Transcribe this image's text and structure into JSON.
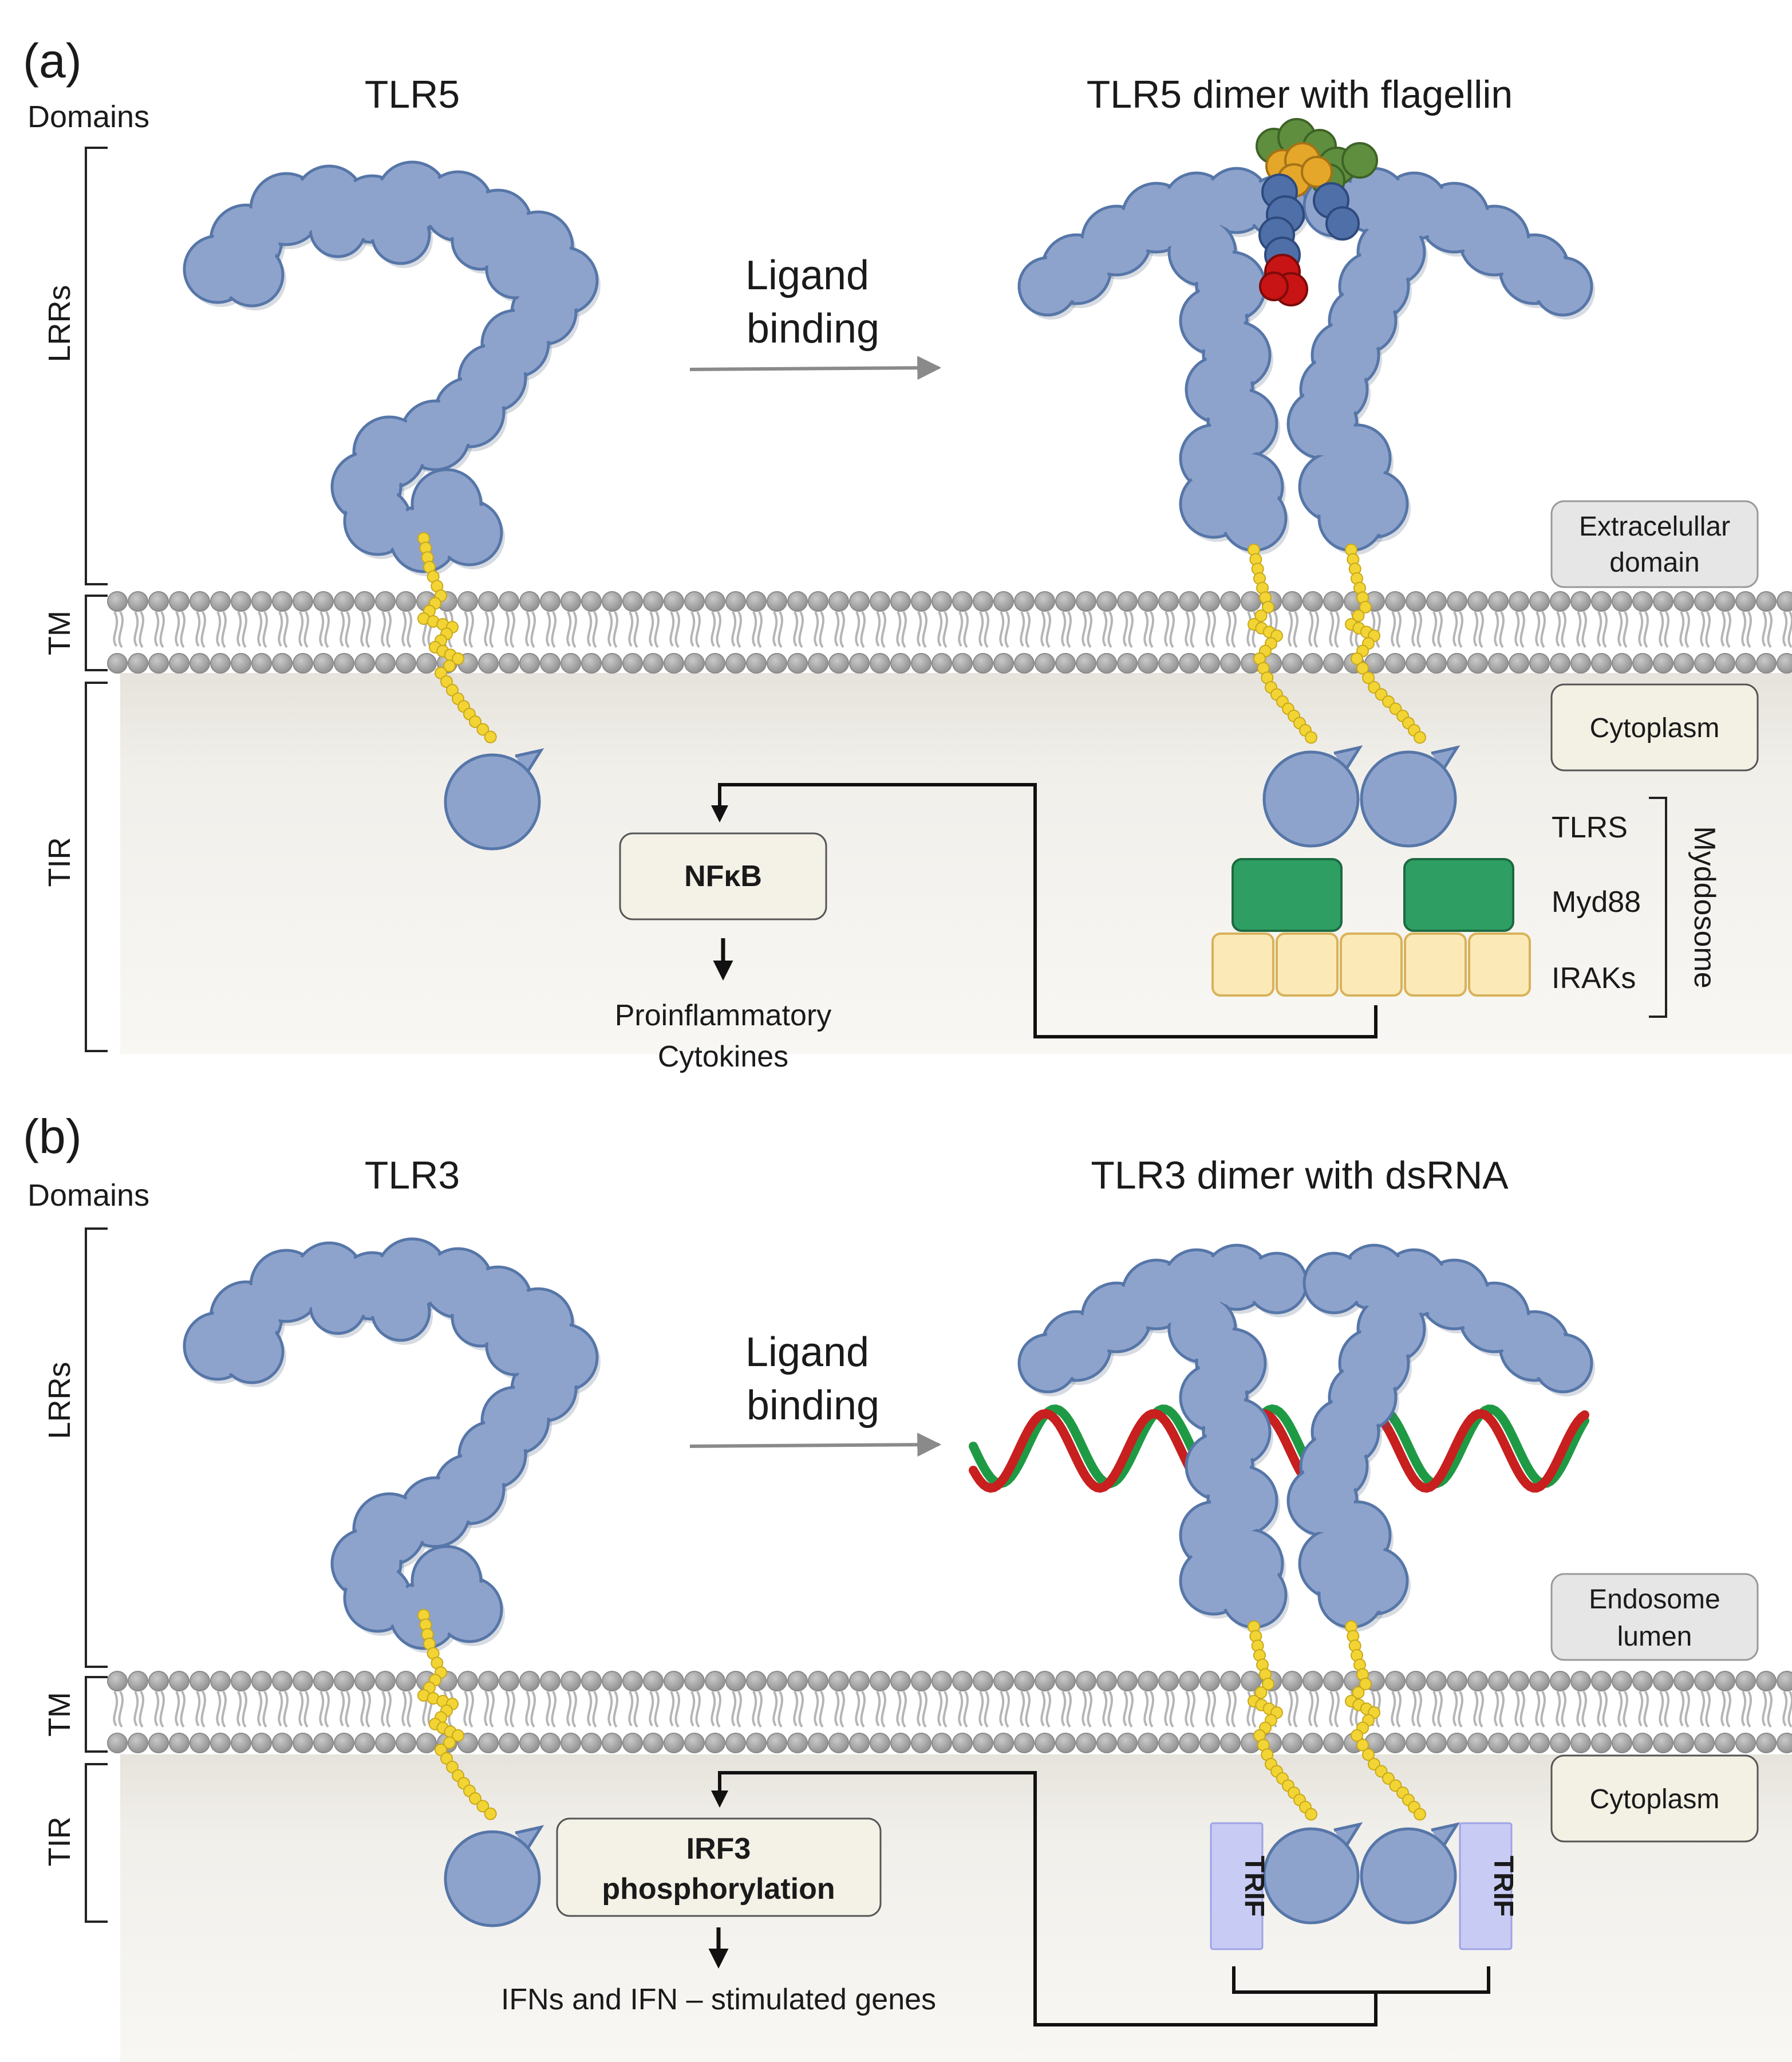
{
  "panel_a": {
    "label": "(a)",
    "domains_label": "Domains",
    "monomer_title": "TLR5",
    "dimer_title": "TLR5 dimer with flagellin",
    "ligand_line1": "Ligand",
    "ligand_line2": "binding",
    "domain_labels": {
      "lrrs": "LRRs",
      "tm": "TM",
      "tir": "TIR"
    },
    "outer_compartment_line1": "Extracelullar",
    "outer_compartment_line2": "domain",
    "inner_compartment": "Cytoplasm",
    "pathway_box": "NFκB",
    "output_line1": "Proinflammatory",
    "output_line2": "Cytokines",
    "stack_labels": [
      "TLRS",
      "Myd88",
      "IRAKs"
    ],
    "stack_group": "Myddosome"
  },
  "panel_b": {
    "label": "(b)",
    "domains_label": "Domains",
    "monomer_title": "TLR3",
    "dimer_title": "TLR3 dimer with dsRNA",
    "ligand_line1": "Ligand",
    "ligand_line2": "binding",
    "domain_labels": {
      "lrrs": "LRRs",
      "tm": "TM",
      "tir": "TIR"
    },
    "outer_compartment_line1": "Endosome",
    "outer_compartment_line2": "lumen",
    "inner_compartment": "Cytoplasm",
    "pathway_box_line1": "IRF3",
    "pathway_box_line2": "phosphorylation",
    "output": "IFNs and IFN – stimulated genes",
    "adaptor": "TRIF"
  },
  "colors": {
    "protein": "#8ea3cc",
    "protein_outline": "#5676a8",
    "linker": "#f2d534",
    "myd88": "#2e9e62",
    "irak": "#fbe9b7",
    "trif": "#c8cbf3",
    "membrane": "#a6a6a6",
    "cytoplasm": "#efede8",
    "rna_red": "#c81f1f",
    "rna_green": "#1f9a44",
    "flagellin": [
      "#5f8e3e",
      "#e4a72a",
      "#4f6fa8",
      "#c81414"
    ]
  }
}
